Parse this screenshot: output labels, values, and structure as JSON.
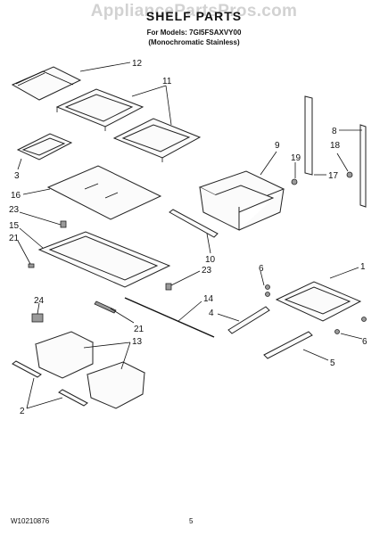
{
  "watermark": "AppliancePartsPros.com",
  "title": "SHELF PARTS",
  "models_line": "For Models: 7GI5FSAXVY00",
  "finish_line": "(Monochromatic Stainless)",
  "callouts": [
    {
      "id": "c12",
      "text": "12"
    },
    {
      "id": "c11",
      "text": "11"
    },
    {
      "id": "c8",
      "text": "8"
    },
    {
      "id": "c18",
      "text": "18"
    },
    {
      "id": "c9",
      "text": "9"
    },
    {
      "id": "c19",
      "text": "19"
    },
    {
      "id": "c17",
      "text": "17"
    },
    {
      "id": "c3",
      "text": "3"
    },
    {
      "id": "c16",
      "text": "16"
    },
    {
      "id": "c23a",
      "text": "23"
    },
    {
      "id": "c15",
      "text": "15"
    },
    {
      "id": "c21a",
      "text": "21"
    },
    {
      "id": "c10",
      "text": "10"
    },
    {
      "id": "c23b",
      "text": "23"
    },
    {
      "id": "c6a",
      "text": "6"
    },
    {
      "id": "c1",
      "text": "1"
    },
    {
      "id": "c24",
      "text": "24"
    },
    {
      "id": "c14",
      "text": "14"
    },
    {
      "id": "c4",
      "text": "4"
    },
    {
      "id": "c21b",
      "text": "21"
    },
    {
      "id": "c13",
      "text": "13"
    },
    {
      "id": "c6b",
      "text": "6"
    },
    {
      "id": "c5",
      "text": "5"
    },
    {
      "id": "c2",
      "text": "2"
    }
  ],
  "footer": {
    "doc_number": "W10210876",
    "page": "5"
  }
}
